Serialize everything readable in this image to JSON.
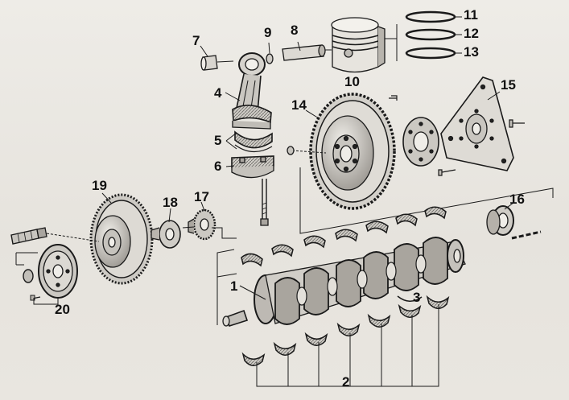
{
  "diagram": {
    "callouts": {
      "c1": "1",
      "c2": "2",
      "c3": "3",
      "c4": "4",
      "c5": "5",
      "c6": "6",
      "c7": "7",
      "c8": "8",
      "c9": "9",
      "c10": "10",
      "c11": "11",
      "c12": "12",
      "c13": "13",
      "c14": "14",
      "c15": "15",
      "c16": "16",
      "c17": "17",
      "c18": "18",
      "c19": "19",
      "c20": "20"
    },
    "line_color": "#1a1a1a",
    "part_fill": "#d4d1cb"
  }
}
